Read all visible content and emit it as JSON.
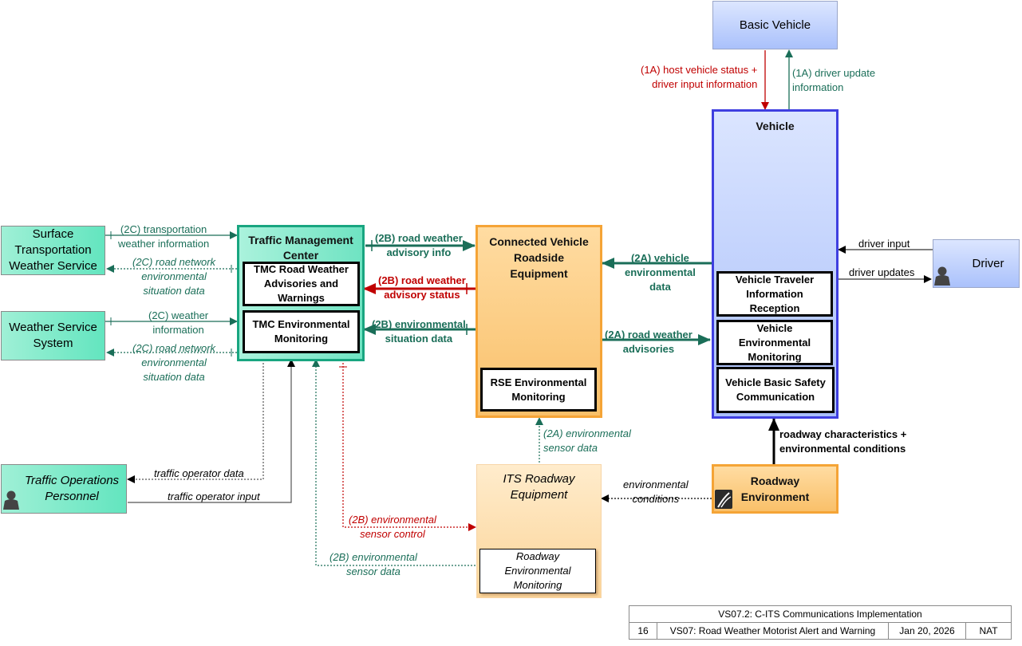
{
  "entities": {
    "basic_vehicle": "Basic Vehicle",
    "vehicle": "Vehicle",
    "driver": "Driver",
    "surface_weather": [
      "Surface",
      "Transportation",
      "Weather Service"
    ],
    "weather_service": [
      "Weather Service",
      "System"
    ],
    "tmc": [
      "Traffic Management",
      "Center"
    ],
    "cv_rse": [
      "Connected Vehicle",
      "Roadside",
      "Equipment"
    ],
    "traffic_ops": [
      "Traffic Operations",
      "Personnel"
    ],
    "its_roadway": [
      "ITS Roadway",
      "Equipment"
    ],
    "roadway_env": [
      "Roadway",
      "Environment"
    ]
  },
  "subsystems": {
    "tmc_advisories": [
      "TMC Road Weather",
      "Advisories and",
      "Warnings"
    ],
    "tmc_env_monitoring": [
      "TMC Environmental",
      "Monitoring"
    ],
    "rse_env_monitoring": [
      "RSE Environmental",
      "Monitoring"
    ],
    "vehicle_traveler": [
      "Vehicle Traveler",
      "Information",
      "Reception"
    ],
    "vehicle_env_monitoring": [
      "Vehicle",
      "Environmental",
      "Monitoring"
    ],
    "vehicle_basic_safety": [
      "Vehicle Basic Safety",
      "Communication"
    ],
    "roadway_env_monitoring": [
      "Roadway",
      "Environmental",
      "Monitoring"
    ]
  },
  "flows": {
    "host_vehicle_status": [
      "(1A) host vehicle status +",
      "driver input information"
    ],
    "driver_update_info": [
      "(1A) driver update",
      "information"
    ],
    "driver_input": "driver input",
    "driver_updates": "driver updates",
    "transportation_weather_info": [
      "(2C) transportation",
      "weather information"
    ],
    "road_network_1": [
      "(2C) road network",
      "environmental",
      "situation data"
    ],
    "weather_info": [
      "(2C) weather",
      "information"
    ],
    "road_network_2": [
      "(2C) road network",
      "environmental",
      "situation data"
    ],
    "road_weather_advisory_info": [
      "(2B) road weather",
      "advisory info"
    ],
    "road_weather_advisory_status": [
      "(2B) road weather",
      "advisory status"
    ],
    "env_situation_data": [
      "(2B) environmental",
      "situation data"
    ],
    "vehicle_env_data": [
      "(2A) vehicle",
      "environmental",
      "data"
    ],
    "road_weather_advisories": [
      "(2A) road weather",
      "advisories"
    ],
    "env_sensor_data_2a": [
      "(2A) environmental",
      "sensor data"
    ],
    "roadway_characteristics": [
      "roadway characteristics +",
      "environmental conditions"
    ],
    "environmental_conditions": [
      "environmental",
      "conditions"
    ],
    "traffic_operator_data": "traffic operator data",
    "traffic_operator_input": "traffic operator input",
    "env_sensor_control": [
      "(2B) environmental",
      "sensor control"
    ],
    "env_sensor_data_2b": [
      "(2B) environmental",
      "sensor data"
    ]
  },
  "footer": {
    "title": "VS07.2: C-ITS Communications Implementation",
    "page": "16",
    "name": "VS07: Road Weather Motorist Alert and Warning",
    "date": "Jan 20, 2026",
    "org": "NAT"
  },
  "colors": {
    "green_flow": "#1a6e58",
    "red_flow": "#c00000",
    "tmc_border": "#19a580",
    "vehicle_border": "#3f3fe0",
    "orange_border": "#f5a436"
  },
  "icons": [
    "person-icon",
    "roadway-icon"
  ]
}
